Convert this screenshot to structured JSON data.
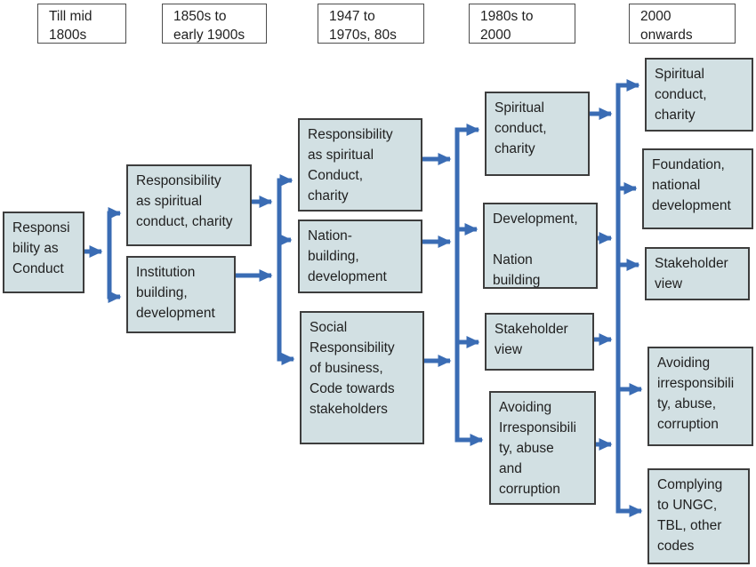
{
  "periods": [
    {
      "label": "Till mid\n1800s"
    },
    {
      "label": "1850s to\nearly 1900s"
    },
    {
      "label": "1947 to\n1970s, 80s"
    },
    {
      "label": "1980s to\n2000"
    },
    {
      "label": "2000\nonwards"
    }
  ],
  "stages": [
    {
      "period": "Till mid 1800s",
      "boxes": [
        {
          "text": "Responsi\nbility as\nConduct"
        }
      ]
    },
    {
      "period": "1850s to early 1900s",
      "boxes": [
        {
          "text": "Responsibility\nas spiritual\nconduct, charity"
        },
        {
          "text": "Institution\nbuilding,\ndevelopment"
        }
      ]
    },
    {
      "period": "1947 to 1970s, 80s",
      "boxes": [
        {
          "text": "Responsibility\nas spiritual\nConduct,\ncharity"
        },
        {
          "text": "Nation-\nbuilding,\ndevelopment"
        },
        {
          "text": "Social\nResponsibility\nof business,\nCode towards\nstakeholders"
        }
      ]
    },
    {
      "period": "1980s to 2000",
      "boxes": [
        {
          "text": "Spiritual\nconduct,\ncharity"
        },
        {
          "text": "Development,\n\nNation\nbuilding"
        },
        {
          "text": "Stakeholder\nview"
        },
        {
          "text": "Avoiding\nIrresponsibili\nty, abuse\nand\ncorruption"
        }
      ]
    },
    {
      "period": "2000 onwards",
      "boxes": [
        {
          "text": "Spiritual\nconduct,\ncharity"
        },
        {
          "text": "Foundation,\nnational\ndevelopment"
        },
        {
          "text": "Stakeholder\nview"
        },
        {
          "text": "Avoiding\nirresponsibili\nty, abuse,\ncorruption"
        },
        {
          "text": "Complying\nto UNGC,\nTBL, other\ncodes"
        }
      ]
    }
  ],
  "colors": {
    "box_fill": "#d2e0e3",
    "box_border": "#3d3d3d",
    "header_border": "#4d4d4d",
    "arrow_color": "#3a6cb4",
    "text_color": "#1f1f1f"
  }
}
